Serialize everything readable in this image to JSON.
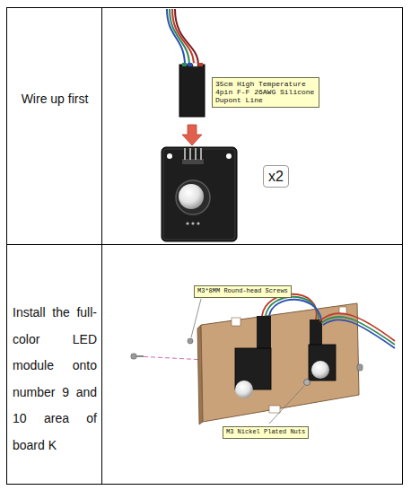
{
  "diagram": {
    "nodes": [
      {
        "text": [
          "35cm High Temperature 4pin F-F 26AWG Silicone Dupont Line"
        ]
      },
      {
        "text": [
          "x2"
        ]
      },
      {
        "text": [
          "M3*8MM Round-head Screws"
        ]
      },
      {
        "text": [
          "M3 Nickel Plated Nuts"
        ]
      }
    ],
    "labels": [
      "Wire up first",
      "Install the full-color LED module onto number 9 and 10 area of board K"
    ]
  }
}
